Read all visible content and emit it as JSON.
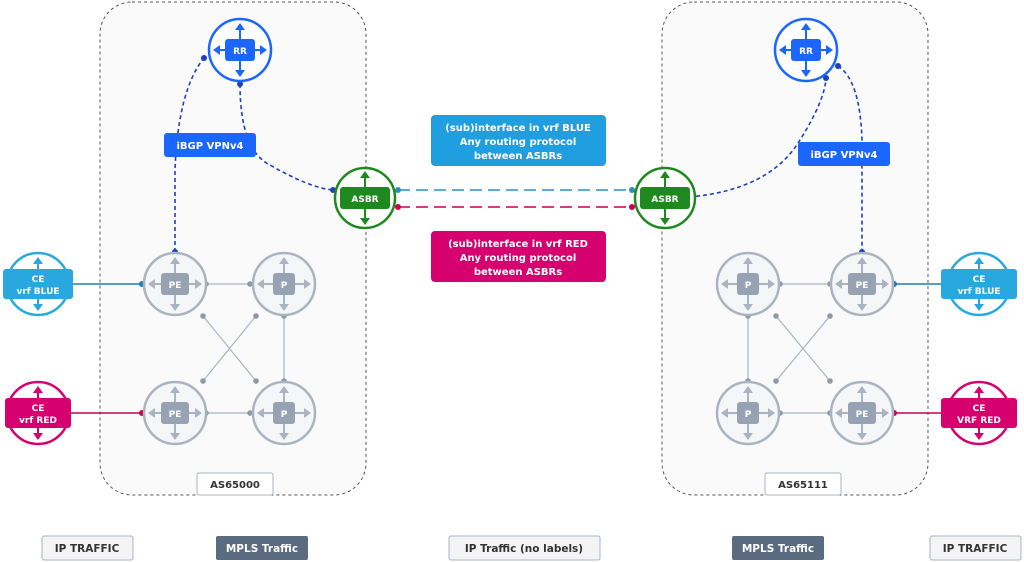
{
  "colors": {
    "blue_node": "#1a66ff",
    "green_node": "#1e8a1e",
    "ce_blue": "#29a8e0",
    "ce_red": "#d6006e",
    "grey_node": "#aab4c0",
    "grey_fill": "#97a3b2",
    "legend_dark": "#5b6b7f"
  },
  "as_left": {
    "label": "AS65000"
  },
  "as_right": {
    "label": "AS65111"
  },
  "nodes": {
    "rr_left": "RR",
    "rr_right": "RR",
    "asbr_left": "ASBR",
    "asbr_right": "ASBR",
    "pe_left_top": "PE",
    "p_left_top": "P",
    "pe_left_bottom": "PE",
    "p_left_bottom": "P",
    "p_right_top": "P",
    "pe_right_top": "PE",
    "p_right_bottom": "P",
    "pe_right_bottom": "PE"
  },
  "ce": {
    "left_blue": [
      "CE",
      "vrf BLUE"
    ],
    "left_red": [
      "CE",
      "vrf RED"
    ],
    "right_blue": [
      "CE",
      "vrf BLUE"
    ],
    "right_red": [
      "CE",
      "VRF RED"
    ]
  },
  "ibgp_left": "iBGP VPNv4",
  "ibgp_right": "iBGP VPNv4",
  "blue_box": [
    "(sub)interface in vrf BLUE",
    "Any routing protocol",
    "between ASBRs"
  ],
  "red_box": [
    "(sub)interface in vrf RED",
    "Any routing protocol",
    "between ASBRs"
  ],
  "legend": {
    "ip_left": "IP TRAFFIC",
    "mpls_left": "MPLS Traffic",
    "ip_middle": "IP Traffic (no labels)",
    "mpls_right": "MPLS Traffic",
    "ip_right": "IP TRAFFIC"
  }
}
